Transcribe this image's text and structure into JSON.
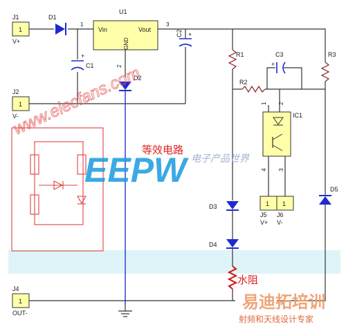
{
  "connectors": {
    "j1": {
      "ref": "J1",
      "pin": "1",
      "net": "V+"
    },
    "j2": {
      "ref": "J2",
      "pin": "1",
      "net": "V-"
    },
    "j4": {
      "ref": "J4",
      "pin": "1",
      "net": "OUT-"
    },
    "j5": {
      "ref": "J5",
      "pin": "1",
      "net": "V+"
    },
    "j6": {
      "ref": "J6",
      "pin": "1",
      "net": "V-"
    }
  },
  "regulator": {
    "ref": "U1",
    "vin": "Vin",
    "gnd": "GND",
    "vout": "Vout",
    "pin_in": "1",
    "pin_gnd": "2",
    "pin_out": "3"
  },
  "optocoupler": {
    "ref": "IC1",
    "pin1": "1",
    "pin2": "2",
    "pin3": "3",
    "pin4": "4"
  },
  "parts": {
    "d1": "D1",
    "d2": "D2",
    "d3": "D3",
    "d4": "D4",
    "d5": "D5",
    "c1": "C1",
    "c2": "C2",
    "c3": "C3",
    "r1": "R1",
    "r2": "R2",
    "r3": "R3",
    "c1_pol": "+",
    "c2_pol": "+",
    "c3_pol": "+",
    "wire_node_1": "1",
    "wire_node_3": "3"
  },
  "annotations": {
    "equivalent_circuit": "等效电路",
    "water_resistance": "水阻"
  },
  "watermarks": {
    "diagonal_url": "www.elecfans.com",
    "eepw_logo": "EEPW",
    "eepw_tagline": "电子产品世界",
    "corner_logo": "易迪拓培训",
    "corner_tagline": "射频和天线设计专家"
  },
  "colors": {
    "wire": "#333333",
    "ground_wire": "#2233cc",
    "component": "#8a2020",
    "ic_fill": "#ffffaa",
    "watermark_red": "#e02020",
    "eepw_blue": "#1a9be0"
  }
}
